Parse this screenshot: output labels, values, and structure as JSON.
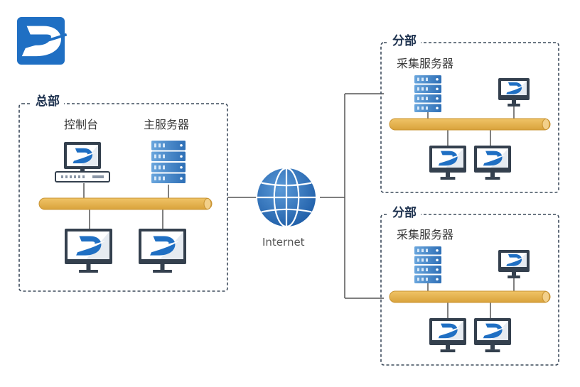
{
  "colors": {
    "dash": "#3d4b5c",
    "bus": "#e3ad45",
    "bus_edge": "#c99433",
    "monitor_frame": "#34404e",
    "logo_blue": "#1f6fc3",
    "server_blue": "#3a7fc4",
    "globe_blue": "#2f6fb8",
    "line": "#555555"
  },
  "logo": {
    "icon": "d-logo-icon"
  },
  "headquarters": {
    "title": "总部",
    "console_label": "控制台",
    "server_label": "主服务器"
  },
  "internet": {
    "label": "Internet",
    "icon": "globe-icon"
  },
  "branches": [
    {
      "title": "分部",
      "server_label": "采集服务器"
    },
    {
      "title": "分部",
      "server_label": "采集服务器"
    }
  ]
}
